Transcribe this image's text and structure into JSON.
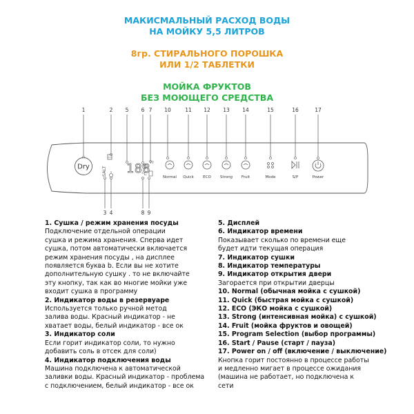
{
  "header": {
    "water": [
      "МАКИСМАЛЬНЫЙ РАСХОД ВОДЫ",
      "НА МОЙКУ 5,5 ЛИТРОВ"
    ],
    "detergent": [
      "8гр. СТИРАЛЬНОГО ПОРОШКА",
      "ИЛИ 1/2 ТАБЛЕТКИ"
    ],
    "fruit": [
      "МОЙКА ФРУКТОВ",
      "БЕЗ МОЮЩЕГО СРЕДСТВА"
    ]
  },
  "colors": {
    "blue": "#1aa3d8",
    "orange": "#e8961b",
    "green": "#2db34a"
  },
  "panel": {
    "callouts_top": [
      "1",
      "2",
      "5",
      "6",
      "7",
      "10",
      "11",
      "12",
      "13",
      "14",
      "15",
      "16",
      "17"
    ],
    "callouts_bottom": [
      "3",
      "4",
      "8",
      "9"
    ],
    "dry_label": "Dry",
    "display_digits": "188",
    "programs": [
      "Normal",
      "Quick",
      "ECO",
      "Strong",
      "Fruit",
      "Mode",
      "S/P",
      "Power"
    ]
  },
  "legend_left": [
    {
      "t": "1.  Сушка / режим хранения посуды",
      "b": true
    },
    {
      "t": "Подключение отдельной операции",
      "b": false
    },
    {
      "t": "сушка и режима хранения. Сперва идет",
      "b": false
    },
    {
      "t": "сушка, потом автоматически включается",
      "b": false
    },
    {
      "t": "режим хранения посуды , на дисплее",
      "b": false
    },
    {
      "t": "появляется буква b. Если вы не хотите",
      "b": false
    },
    {
      "t": "дополнительную сушку . то не включайте",
      "b": false
    },
    {
      "t": "эту кнопку, так как во многие мойки уже",
      "b": false
    },
    {
      "t": "входит сушка в программу",
      "b": false
    },
    {
      "t": "2. Индикатор воды в резервуаре",
      "b": true
    },
    {
      "t": "Используется только ручной метод",
      "b": false
    },
    {
      "t": "залива воды. Красный индикатор - не",
      "b": false
    },
    {
      "t": "хватает воды, белый индикатор - все ок",
      "b": false
    },
    {
      "t": "3. Индикатор соли",
      "b": true
    },
    {
      "t": "Если горит индикатор соли, то нужно",
      "b": false
    },
    {
      "t": "добавить соль в отсек для соли)",
      "b": false
    },
    {
      "t": "4. Индикатор подключения воды",
      "b": true
    },
    {
      "t": "Машина подключена к автоматической",
      "b": false
    },
    {
      "t": "заливки воды. Красный индикатор - проблема",
      "b": false
    },
    {
      "t": "с подключением, белый индикатор - все ок",
      "b": false
    }
  ],
  "legend_right": [
    {
      "t": "5. Дисплей",
      "b": true
    },
    {
      "t": "6. Индикатор времени",
      "b": true
    },
    {
      "t": "Показывает сколько по времени еще",
      "b": false
    },
    {
      "t": "будет идти текущая операция",
      "b": false
    },
    {
      "t": "7. Индикатор сушки",
      "b": true
    },
    {
      "t": "8. Индикатор температуры",
      "b": true
    },
    {
      "t": "9. Индикатор открытия двери",
      "b": true
    },
    {
      "t": "Загорается при открытии дверцы",
      "b": false
    },
    {
      "t": "10. Normal (обычная мойка с сушкой)",
      "b": true
    },
    {
      "t": "11. Quick (быстрая мойка с сушкой)",
      "b": true
    },
    {
      "t": "12. ECO (ЭКО мойка с сушкой)",
      "b": true
    },
    {
      "t": "13. Strong (интенсивная мойка) с  сушкой)",
      "b": true
    },
    {
      "t": "14. Fruit (мойка фруктов и овощей)",
      "b": true
    },
    {
      "t": "15. Program Selection (выбор программы)",
      "b": true
    },
    {
      "t": "16. Start / Pause (старт / пауза)",
      "b": true
    },
    {
      "t": "17. Power on / off (включение / выключение)",
      "b": true
    },
    {
      "t": "Кнопка горит постоянно в процессе работы",
      "b": false
    },
    {
      "t": "и медленно мигает в процессе ожидания",
      "b": false
    },
    {
      "t": "(машина не работает, но подключена к",
      "b": false
    },
    {
      "t": "сети",
      "b": false
    }
  ]
}
